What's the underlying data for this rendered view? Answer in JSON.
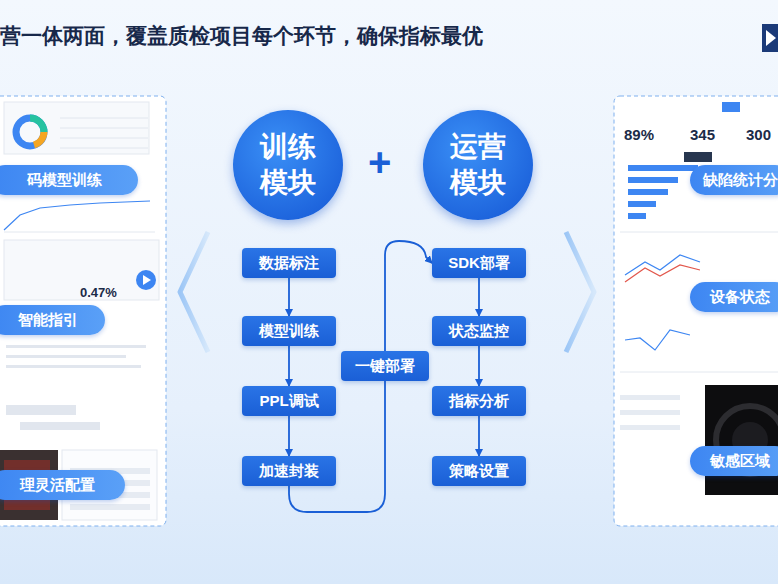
{
  "diagram": {
    "title": "营一体两面，覆盖质检项目每个环节，确保指标最优",
    "nodes": [
      {
        "text": [
          "训练 模块"
        ]
      },
      {
        "text": [
          "运营 模块"
        ]
      },
      {
        "text": [
          "数据标注"
        ]
      },
      {
        "text": [
          "模型训练"
        ]
      },
      {
        "text": [
          "PPL调试"
        ]
      },
      {
        "text": [
          "加速封装"
        ]
      },
      {
        "text": [
          "一键部署"
        ]
      },
      {
        "text": [
          "SDK部署"
        ]
      },
      {
        "text": [
          "状态监控"
        ]
      },
      {
        "text": [
          "指标分析"
        ]
      },
      {
        "text": [
          "策略设置"
        ]
      },
      {
        "text": [
          "码模型训练"
        ]
      },
      {
        "text": [
          "智能指引"
        ]
      },
      {
        "text": [
          "理灵活配置"
        ]
      },
      {
        "text": [
          "缺陷统计分"
        ]
      },
      {
        "text": [
          "设备状态"
        ]
      },
      {
        "text": [
          "敏感区域"
        ]
      }
    ],
    "edges": [
      {
        "from": 2,
        "to": 3,
        "arrow": "to"
      },
      {
        "from": 3,
        "to": 4,
        "arrow": "to"
      },
      {
        "from": 4,
        "to": 5,
        "arrow": "to"
      },
      {
        "from": 5,
        "to": 6,
        "arrow": "none"
      },
      {
        "from": 6,
        "to": 7,
        "arrow": "to"
      },
      {
        "from": 7,
        "to": 8,
        "arrow": "to"
      },
      {
        "from": 8,
        "to": 9,
        "arrow": "to"
      },
      {
        "from": 9,
        "to": 10,
        "arrow": "to"
      }
    ],
    "labels": [
      "+",
      "89%",
      "345",
      "300",
      "0.47%"
    ]
  }
}
